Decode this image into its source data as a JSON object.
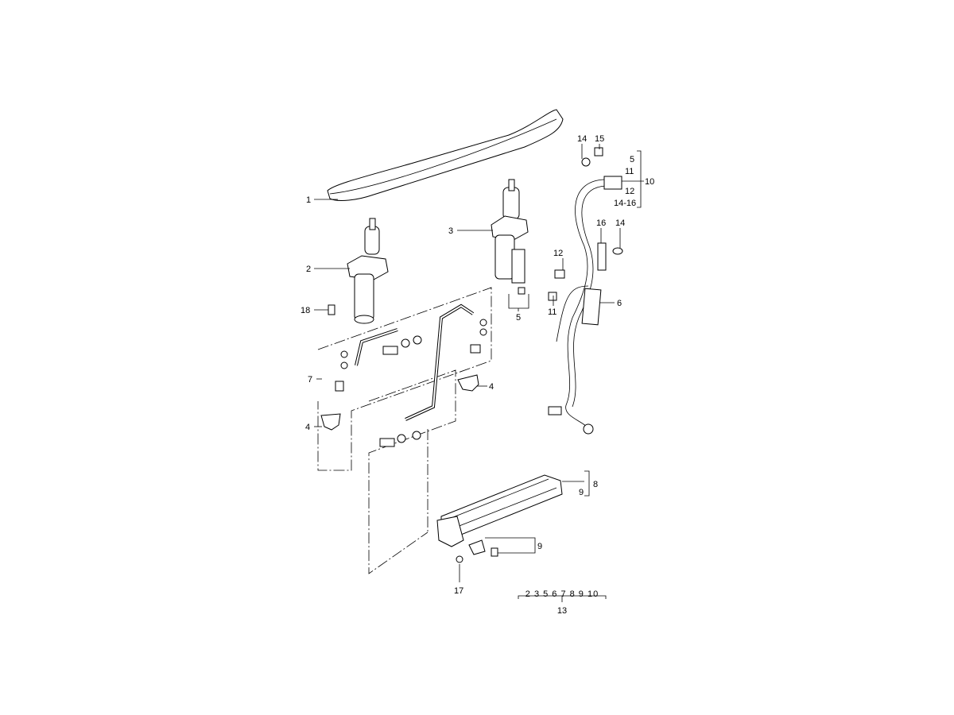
{
  "diagram": {
    "callouts": {
      "spoiler": "1",
      "strut_left": "2",
      "strut_right": "3",
      "bolt_18": "18",
      "hose_kit": "7",
      "cap_left": "4",
      "cap_right": "4",
      "screw_5": "5",
      "module_6": "6",
      "connector_12": "12",
      "connector_11": "11",
      "clip_16": "16",
      "clip_14_mid": "14",
      "clip_14_top": "14",
      "clip_15": "15",
      "harness_group": {
        "a": "5",
        "b": "11",
        "c": "12",
        "d": "14-16",
        "total": "10"
      },
      "pump_8": "8",
      "pump_9": "9",
      "bracket_9": "9",
      "nut_17": "17"
    },
    "kit": {
      "items": "2 3 5 6 7 8 9 10",
      "total": "13"
    }
  }
}
